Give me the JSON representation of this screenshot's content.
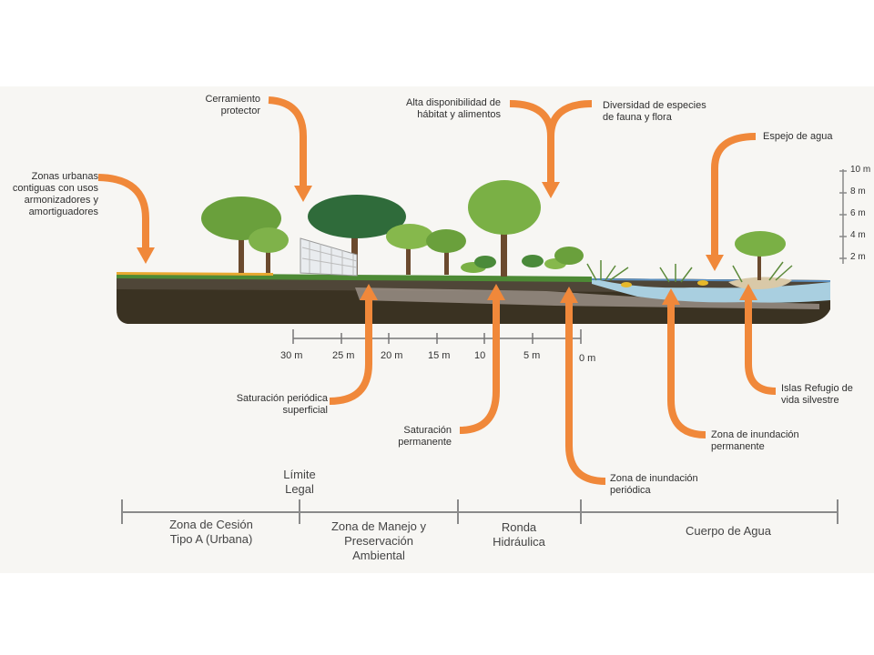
{
  "labels": {
    "urban": [
      "Zonas urbanas",
      "contiguas con usos",
      "armonizadores y",
      "amortiguadores"
    ],
    "fence": [
      "Cerramiento",
      "protector"
    ],
    "habitat": [
      "Alta disponibilidad de",
      "hábitat y alimentos"
    ],
    "diversity": [
      "Diversidad de especies",
      "de fauna y flora"
    ],
    "mirror": "Espejo de agua",
    "sat_periodic": [
      "Saturación periódica",
      "superficial"
    ],
    "sat_permanent": [
      "Saturación",
      "permanente"
    ],
    "flood_periodic": [
      "Zona de inundación",
      "periódica"
    ],
    "flood_permanent": [
      "Zona de inundación",
      "permanente"
    ],
    "islands": [
      "Islas Refugio de",
      "vida silvestre"
    ]
  },
  "height_scale": [
    "10 m",
    "8 m",
    "6 m",
    "4 m",
    "2 m"
  ],
  "distance_scale": [
    "30 m",
    "25 m",
    "20 m",
    "15 m",
    "10",
    "5 m",
    "0 m"
  ],
  "legal_limit": [
    "Límite",
    "Legal"
  ],
  "zones": {
    "cesion": [
      "Zona de Cesión",
      "Tipo A (Urbana)"
    ],
    "manejo": [
      "Zona de Manejo y",
      "Preservación",
      "Ambiental"
    ],
    "ronda": [
      "Ronda",
      "Hidráulica"
    ],
    "cuerpo": [
      "Cuerpo de Agua"
    ]
  },
  "colors": {
    "arrow": "#f0883a",
    "soil_dark": "#3a3222",
    "soil_mid": "#5a5040",
    "grass": "#4d8a35",
    "water": "#a9cfe0",
    "tree": "#6aa03c",
    "tree_dark": "#2f6b3a"
  }
}
